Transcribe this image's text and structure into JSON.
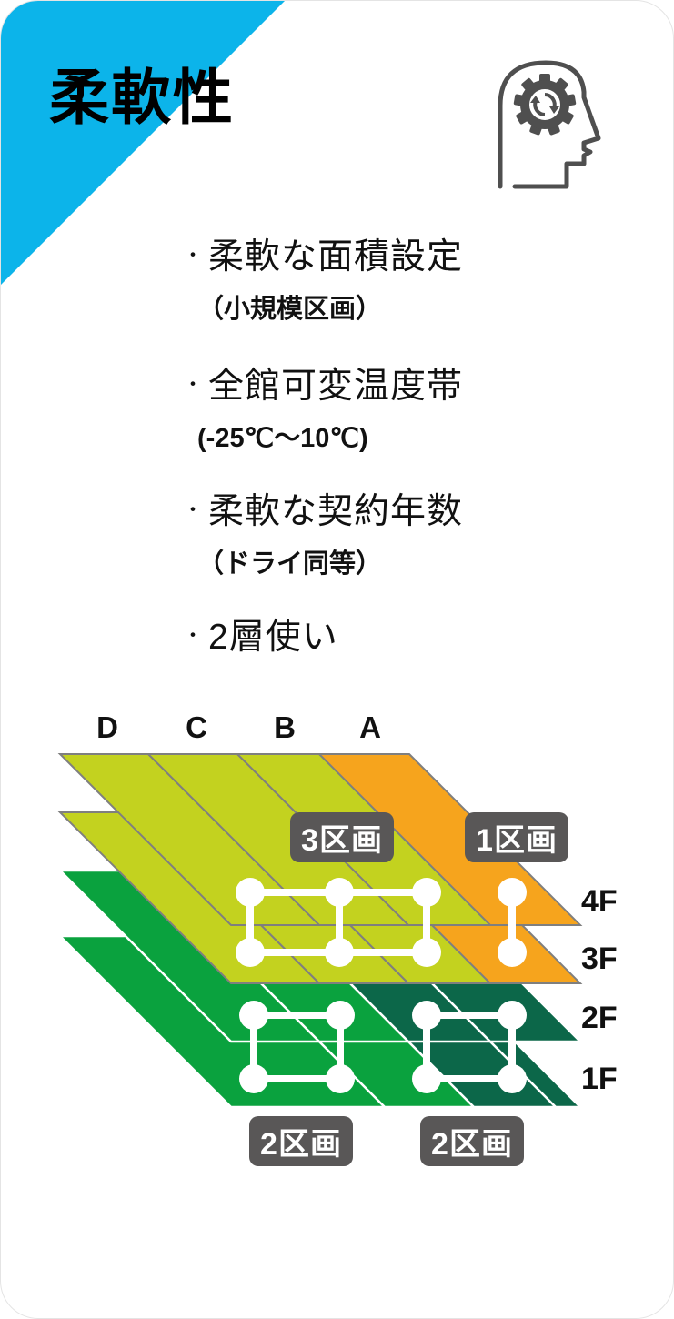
{
  "card": {
    "title": "柔軟性",
    "accent_color": "#0cb4ea",
    "icon": "head-gear-icon"
  },
  "bullets": {
    "marker": "・",
    "items": [
      {
        "label": "柔軟な面積設定",
        "sub": "（小規模区画）"
      },
      {
        "label": "全館可変温度帯",
        "sub": "(-25℃～10℃)"
      },
      {
        "label": "柔軟な契約年数",
        "sub": "（ドライ同等）"
      },
      {
        "label": "2層使い",
        "sub": ""
      }
    ]
  },
  "diagram": {
    "column_labels": [
      "D",
      "C",
      "B",
      "A"
    ],
    "floor_labels": [
      "4F",
      "3F",
      "2F",
      "1F"
    ],
    "badges": [
      {
        "label": "3区画"
      },
      {
        "label": "1区画"
      },
      {
        "label": "2区画"
      },
      {
        "label": "2区画"
      }
    ],
    "colors": {
      "yellow_green": "#c3d21f",
      "orange": "#f6a41d",
      "green": "#0aa23e",
      "dark_green": "#0c6749",
      "line_gray": "#7f7f7f",
      "badge_gray": "#595757"
    }
  }
}
